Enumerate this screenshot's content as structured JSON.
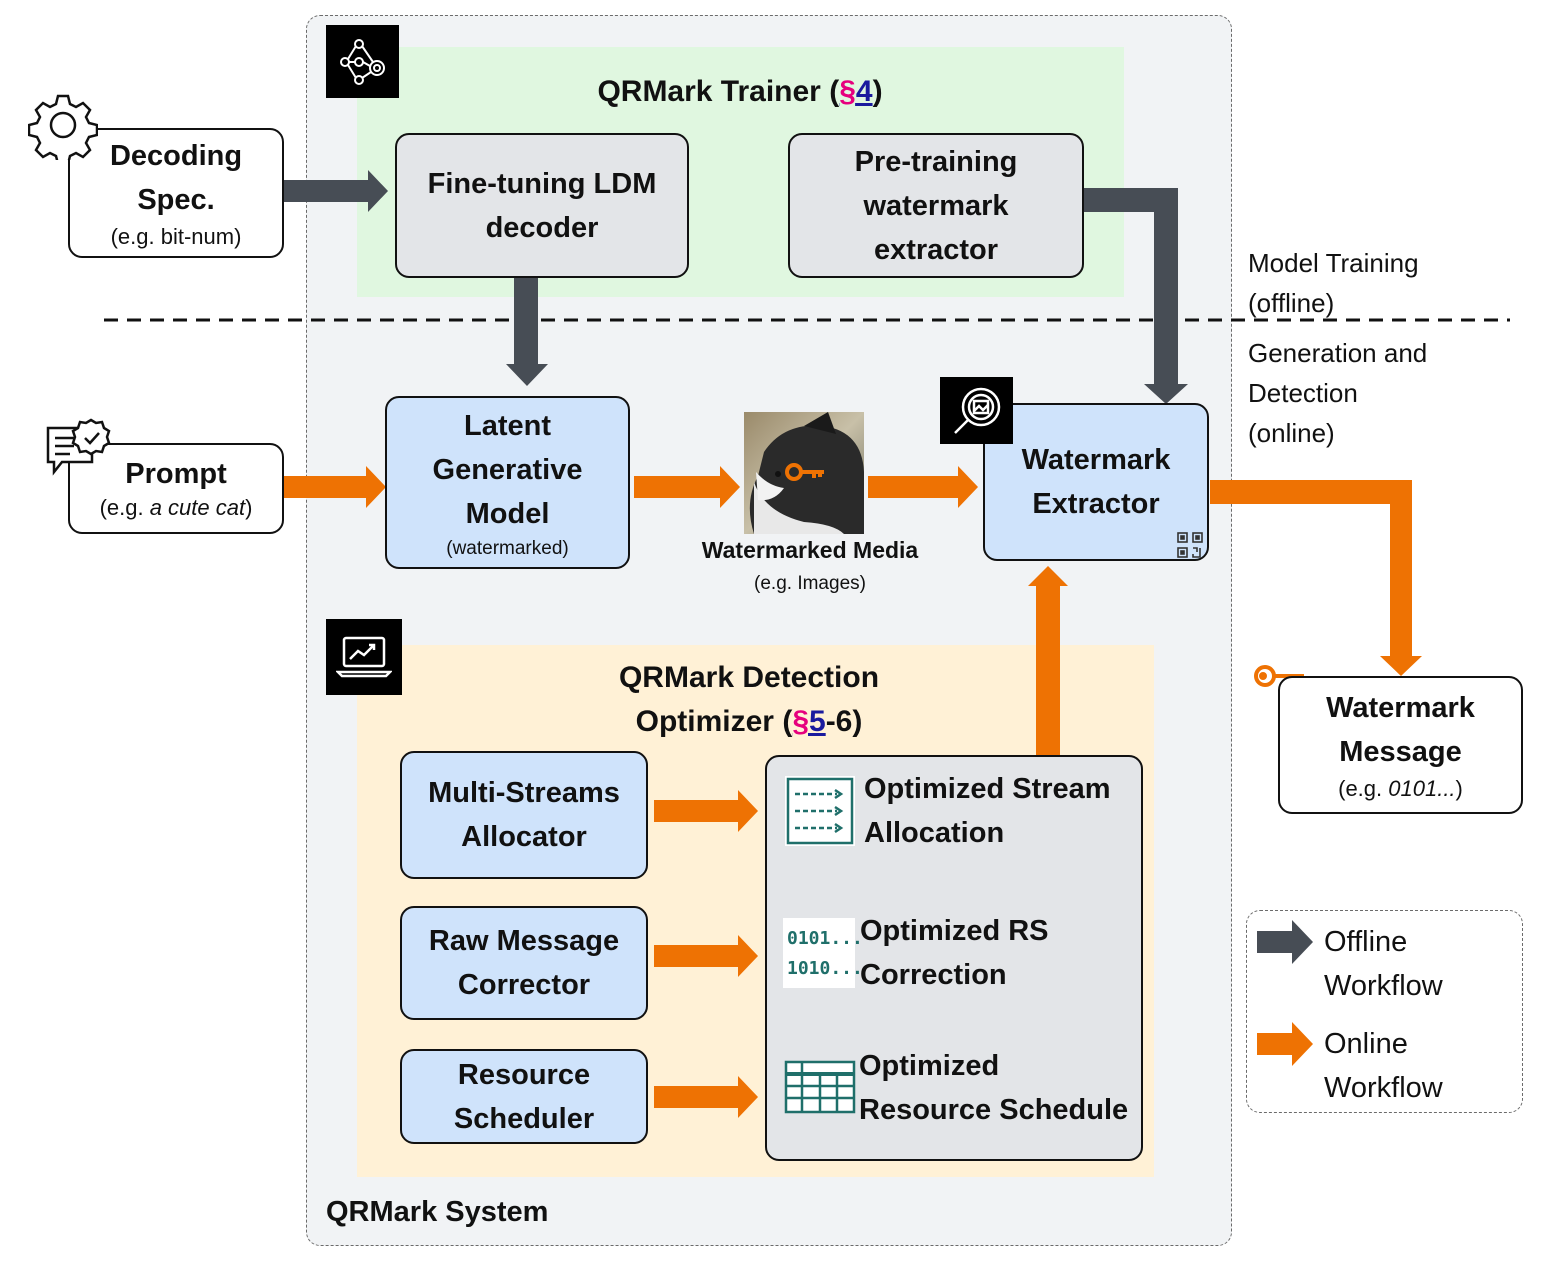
{
  "system": {
    "label": "QRMark System"
  },
  "trainer": {
    "title_prefix": "QRMark Trainer (",
    "sect_symbol": "§",
    "sect_number": "4",
    "title_suffix": ")",
    "finetune_line1": "Fine-tuning LDM",
    "finetune_line2": "decoder",
    "pretrain_line1": "Pre-training",
    "pretrain_line2": "watermark",
    "pretrain_line3": "extractor"
  },
  "decoding_spec": {
    "line1": "Decoding",
    "line2": "Spec.",
    "sub": "(e.g. bit-num)"
  },
  "prompt": {
    "label": "Prompt",
    "sub_prefix": "(e.g. ",
    "sub_italic": "a cute cat",
    "sub_suffix": ")"
  },
  "ldm": {
    "line1": "Latent",
    "line2": "Generative",
    "line3": "Model",
    "sub": "(watermarked)"
  },
  "media": {
    "label": "Watermarked Media",
    "sub": "(e.g. Images)"
  },
  "extractor": {
    "line1": "Watermark",
    "line2": "Extractor"
  },
  "phases": {
    "offline_line1": "Model Training",
    "offline_line2": "(offline)",
    "online_line1": "Generation and",
    "online_line2": "Detection",
    "online_line3": "(online)"
  },
  "message": {
    "line1": "Watermark",
    "line2": "Message",
    "sub_prefix": "(e.g. ",
    "sub_italic": "0101...",
    "sub_suffix": ")"
  },
  "optimizer": {
    "title_line1": "QRMark Detection",
    "title_line2_prefix": "Optimizer (",
    "sect_symbol": "§",
    "sect_number": "5",
    "title_line2_suffix": "-6)",
    "alloc_line1": "Multi-Streams",
    "alloc_line2": "Allocator",
    "corr_line1": "Raw Message",
    "corr_line2": "Corrector",
    "sched_line1": "Resource",
    "sched_line2": "Scheduler",
    "opt1_line1": "Optimized Stream",
    "opt1_line2": "Allocation",
    "opt2_line1": "Optimized RS",
    "opt2_line2": "Correction",
    "opt3_line1": "Optimized",
    "opt3_line2": "Resource Schedule",
    "binary_line1": "0101...",
    "binary_line2": "1010..."
  },
  "legend": {
    "offline_line1": "Offline",
    "offline_line2": "Workflow",
    "online_line1": "Online",
    "online_line2": "Workflow"
  },
  "colors": {
    "offline_arrow": "#474d55",
    "online_arrow": "#ee7203",
    "trainer_panel": "#e0f7e0",
    "optimizer_panel": "#fff1d6",
    "blue_box": "#cfe3fb",
    "gray_box": "#e3e5e8",
    "section_symbol": "#e6007e",
    "section_number": "#1a1a9e",
    "teal_icon": "#1f6f6a"
  },
  "icons": [
    "gear-icon",
    "network-gear-icon",
    "chat-check-icon",
    "image-search-icon",
    "laptop-chart-icon",
    "qr-code-icon",
    "key-icon",
    "stream-list-icon",
    "table-grid-icon",
    "cat-image"
  ]
}
